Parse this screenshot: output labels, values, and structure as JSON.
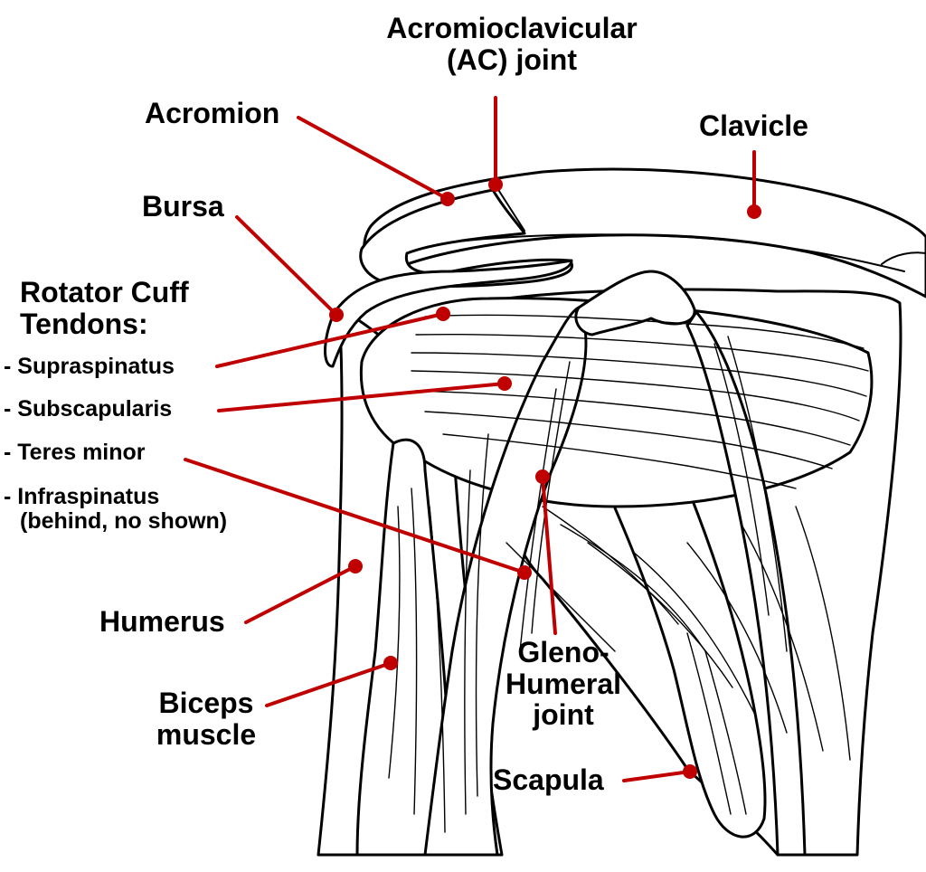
{
  "diagram": {
    "accent_color": "#c00000",
    "line_color": "#000000",
    "labels": {
      "ac_joint": [
        "Acromioclavicular",
        "(AC) joint"
      ],
      "acromion": "Acromion",
      "clavicle": "Clavicle",
      "bursa": "Bursa",
      "rotator_cuff": [
        "Rotator Cuff",
        "Tendons:"
      ],
      "supraspinatus": "- Supraspinatus",
      "subscapularis": "- Subscapularis",
      "teres_minor": "- Teres minor",
      "infraspinatus": [
        "- Infraspinatus",
        "(behind, no shown)"
      ],
      "humerus": "Humerus",
      "biceps": [
        "Biceps",
        "muscle"
      ],
      "glenohumeral": [
        "Gleno-",
        "Humeral",
        "joint"
      ],
      "scapula": "Scapula"
    }
  }
}
